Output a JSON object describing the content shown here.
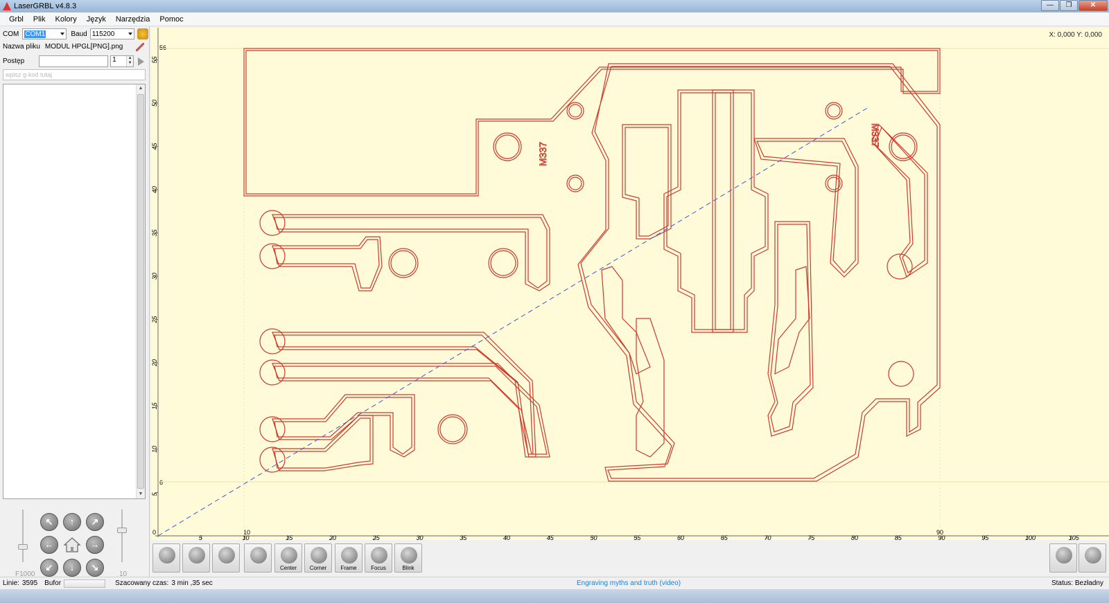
{
  "window": {
    "title": "LaserGRBL v4.8.3",
    "min": "—",
    "max": "❐",
    "close": "✕"
  },
  "menu": [
    "Grbl",
    "Plik",
    "Kolory",
    "Język",
    "Narzędzia",
    "Pomoc"
  ],
  "connection": {
    "com_label": "COM",
    "com_value": "COM1",
    "baud_label": "Baud",
    "baud_value": "115200"
  },
  "file": {
    "label": "Nazwa pliku",
    "name": "MODUL HPGL[PNG].png"
  },
  "progress": {
    "label": "Postęp",
    "passes": "1"
  },
  "command_input": {
    "placeholder": "wpisz g-kod tutaj"
  },
  "jog": {
    "feed_label": "F1000",
    "step_label": "10"
  },
  "canvas": {
    "coords": "X: 0,000 Y: 0,000",
    "x_ticks": [
      "5",
      "10",
      "15",
      "20",
      "25",
      "30",
      "35",
      "40",
      "45",
      "50",
      "55",
      "60",
      "65",
      "70",
      "75",
      "80",
      "85",
      "90",
      "95",
      "100",
      "105"
    ],
    "y_ticks": [
      "5",
      "10",
      "15",
      "20",
      "25",
      "30",
      "35",
      "40",
      "45",
      "50",
      "55"
    ],
    "x_marks": {
      "low": "10",
      "high": "90"
    },
    "y_marks": {
      "low": "6",
      "high": "56",
      "zero": "0"
    },
    "pcb_labels": [
      "M337",
      "M337"
    ]
  },
  "toolbar": {
    "center": "Center",
    "corner": "Corner",
    "frame": "Frame",
    "focus": "Focus",
    "blink": "Blink"
  },
  "status": {
    "lines_label": "Linie:",
    "lines_value": "3595",
    "buffer_label": "Bufor",
    "time_label": "Szacowany czas:",
    "time_value": "3 min ,35 sec",
    "link": "Engraving myths and truth (video)",
    "state_label": "Status:",
    "state_value": "Bezładny"
  },
  "colors": {
    "trace": "#cc3a2e",
    "canvas_bg": "#fffbd8",
    "path": "#3a56d8"
  }
}
